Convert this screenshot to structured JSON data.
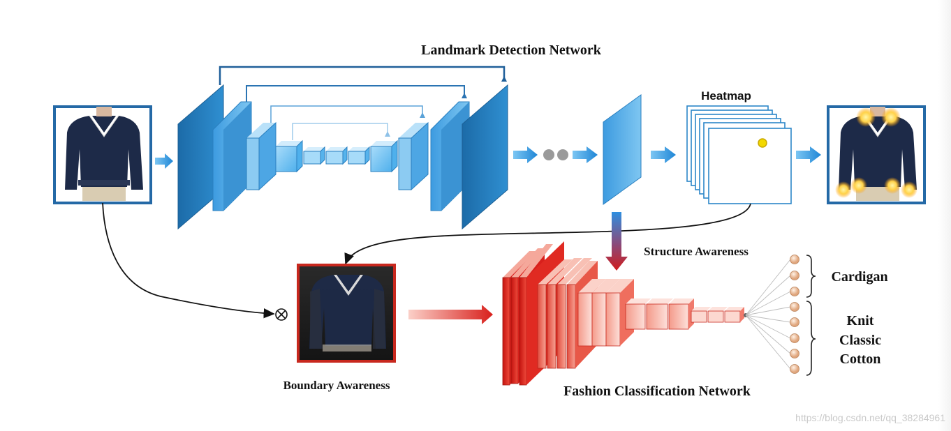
{
  "title": "Landmark Detection Network",
  "heatmap_label": "Heatmap",
  "structure_label": "Structure Awareness",
  "boundary_label": "Boundary Awareness",
  "classification_label": "Fashion Classification Network",
  "outputs": {
    "category": "Cardigan",
    "attributes": [
      "Knit",
      "Classic",
      "Cotton"
    ]
  },
  "watermark": "https://blog.csdn.net/qq_38284961",
  "icons": {
    "multiply": "circled-times-icon",
    "ellipsis": "gray-dots-icon"
  },
  "colors": {
    "landmark_blue": "#2b86c8",
    "landmark_light": "#7fc4ee",
    "classification_red": "#d8201c",
    "classification_light": "#f7c3b8",
    "frame_blue": "#2469a6",
    "frame_red": "#c8281e",
    "heat_yellow": "#f2d800"
  }
}
